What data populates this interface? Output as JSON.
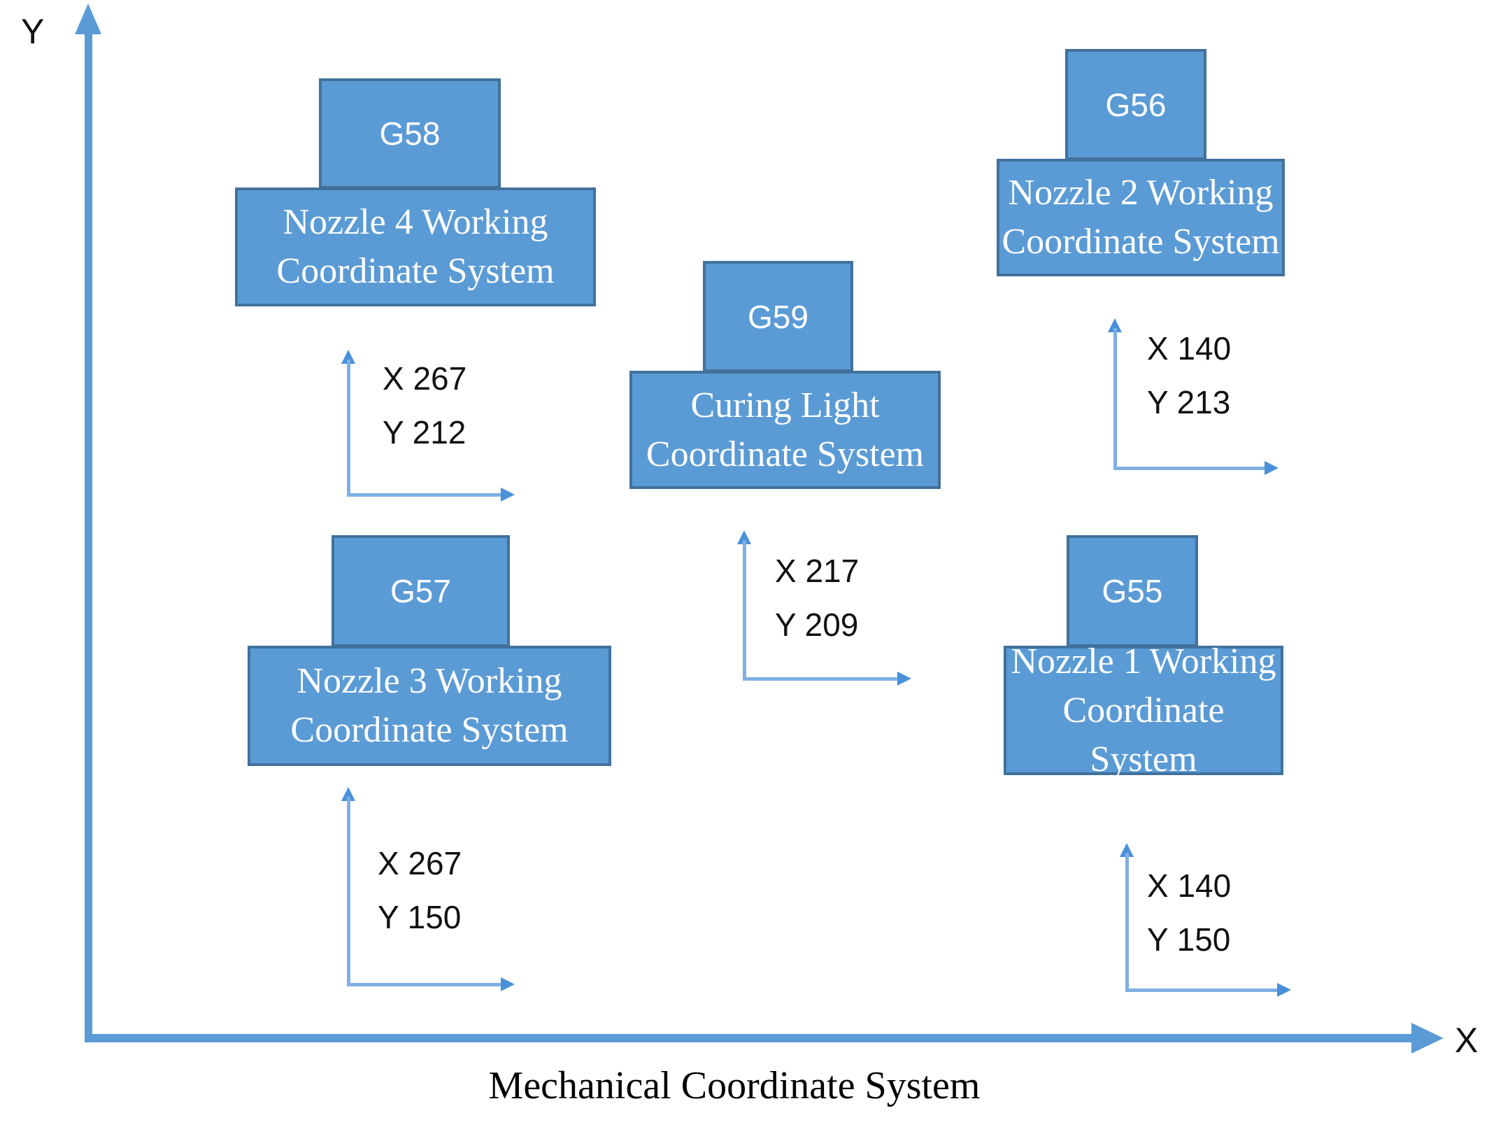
{
  "caption": "Mechanical Coordinate System",
  "axes": {
    "x_label": "X",
    "y_label": "Y"
  },
  "colors": {
    "box_fill": "#5b9bd5",
    "box_border": "#41719c",
    "main_axis_blue": "#5b9bd5",
    "icon_line_blue": "#7fafe3",
    "icon_head_blue": "#4a90d9",
    "box_text": "#ffffff",
    "label_text": "#111111"
  },
  "groups": [
    {
      "id": "nozzle-4",
      "gcode": "G58",
      "name_line1": "Nozzle 4 Working",
      "name_line2": "Coordinate System",
      "offset_x_label": "X 267",
      "offset_y_label": "Y 212"
    },
    {
      "id": "nozzle-3",
      "gcode": "G57",
      "name_line1": "Nozzle 3 Working",
      "name_line2": "Coordinate System",
      "offset_x_label": "X 267",
      "offset_y_label": "Y 150"
    },
    {
      "id": "curing-light",
      "gcode": "G59",
      "name_line1": "Curing Light",
      "name_line2": "Coordinate System",
      "offset_x_label": "X 217",
      "offset_y_label": "Y 209"
    },
    {
      "id": "nozzle-2",
      "gcode": "G56",
      "name_line1": "Nozzle 2 Working",
      "name_line2": "Coordinate System",
      "offset_x_label": "X 140",
      "offset_y_label": "Y 213"
    },
    {
      "id": "nozzle-1",
      "gcode": "G55",
      "name_line1": "Nozzle 1 Working",
      "name_line2": "Coordinate System",
      "offset_x_label": "X 140",
      "offset_y_label": "Y 150"
    }
  ]
}
